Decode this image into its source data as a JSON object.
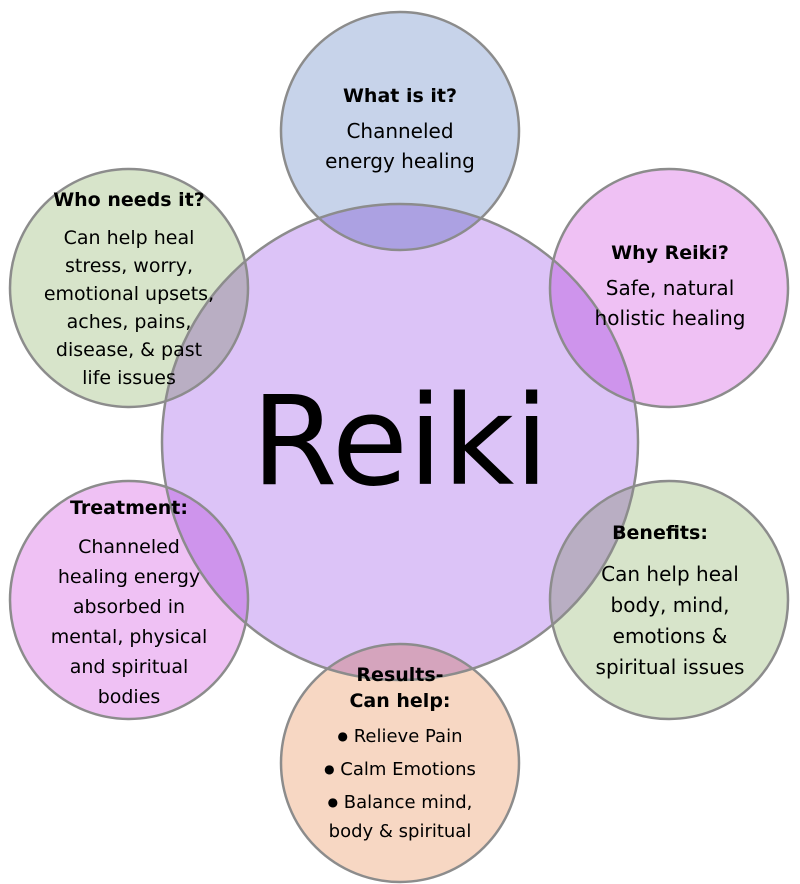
{
  "diagram": {
    "type": "radial-venn",
    "center": {
      "label": "Reiki",
      "fill": "#dcc3f7"
    },
    "nodes": [
      {
        "id": "what",
        "title": "What is it?",
        "lines": [
          "Channeled",
          "energy healing"
        ],
        "fill": "#c7d3ea"
      },
      {
        "id": "why",
        "title": "Why Reiki?",
        "lines": [
          "Safe, natural",
          "holistic healing"
        ],
        "fill": "#efc1f4"
      },
      {
        "id": "benefits",
        "title": "Benefits:",
        "lines": [
          "Can help heal",
          "body, mind,",
          "emotions &",
          "spiritual issues"
        ],
        "fill": "#d7e4ca"
      },
      {
        "id": "results",
        "title_lines": [
          "Results-",
          "Can help:"
        ],
        "bullets": [
          "Relieve Pain",
          "Calm Emotions",
          "Balance mind,"
        ],
        "bullet_continuation": "body & spiritual",
        "bullet_glyph": "●",
        "fill": "#f7d7c3"
      },
      {
        "id": "treatment",
        "title": "Treatment:",
        "lines": [
          "Channeled",
          "healing energy",
          "absorbed in",
          "mental, physical",
          "and spiritual",
          "bodies"
        ],
        "fill": "#efc1f4"
      },
      {
        "id": "who",
        "title": "Who needs it?",
        "lines": [
          "Can help heal",
          "stress, worry,",
          "emotional upsets,",
          "aches, pains,",
          "disease, & past",
          "life issues"
        ],
        "fill": "#d7e4ca"
      }
    ],
    "stroke_color": "#8c8c8c"
  }
}
